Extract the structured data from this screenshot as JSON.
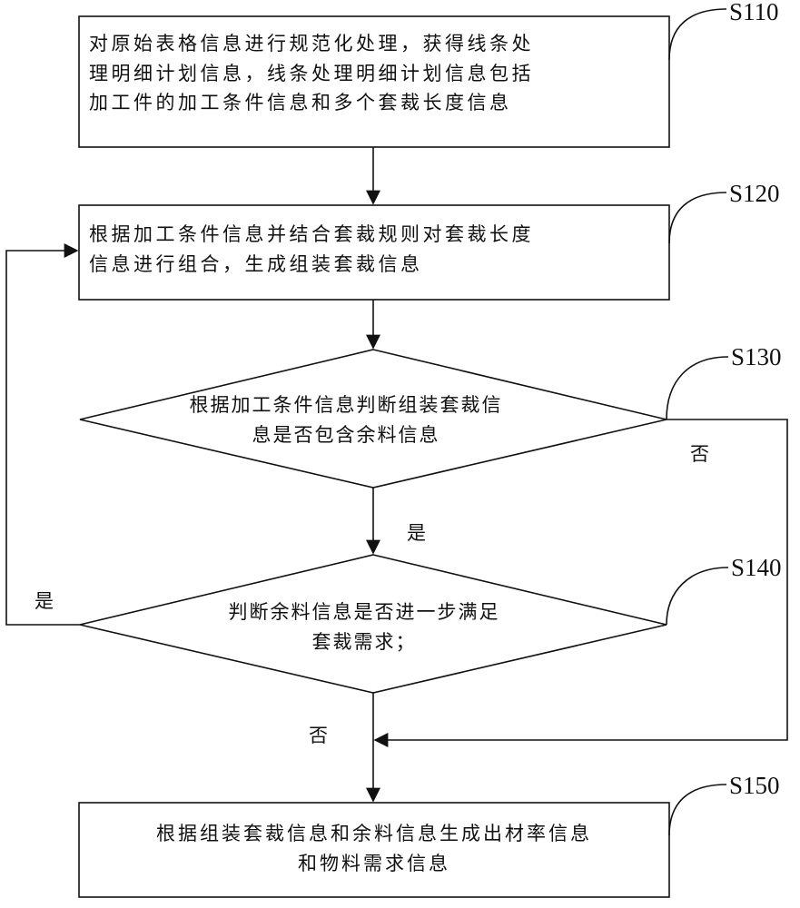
{
  "steps": {
    "s110": {
      "label": "S110",
      "lines": [
        "对原始表格信息进行规范化处理，获得线条处",
        "理明细计划信息，线条处理明细计划信息包括",
        "加工件的加工条件信息和多个套裁长度信息"
      ]
    },
    "s120": {
      "label": "S120",
      "lines": [
        "根据加工条件信息并结合套裁规则对套裁长度",
        "信息进行组合，生成组装套裁信息"
      ]
    },
    "s130": {
      "label": "S130",
      "lines": [
        "根据加工条件信息判断组装套裁信",
        "息是否包含余料信息"
      ]
    },
    "s140": {
      "label": "S140",
      "lines": [
        "判断余料信息是否进一步满足",
        "套裁需求；"
      ]
    },
    "s150": {
      "label": "S150",
      "lines": [
        "根据组装套裁信息和余料信息生成出材率信息",
        "和物料需求信息"
      ]
    }
  },
  "branches": {
    "s130_yes": "是",
    "s130_no": "否",
    "s140_yes": "是",
    "s140_no": "否"
  },
  "colors": {
    "stroke": "#111111",
    "background": "#ffffff"
  }
}
